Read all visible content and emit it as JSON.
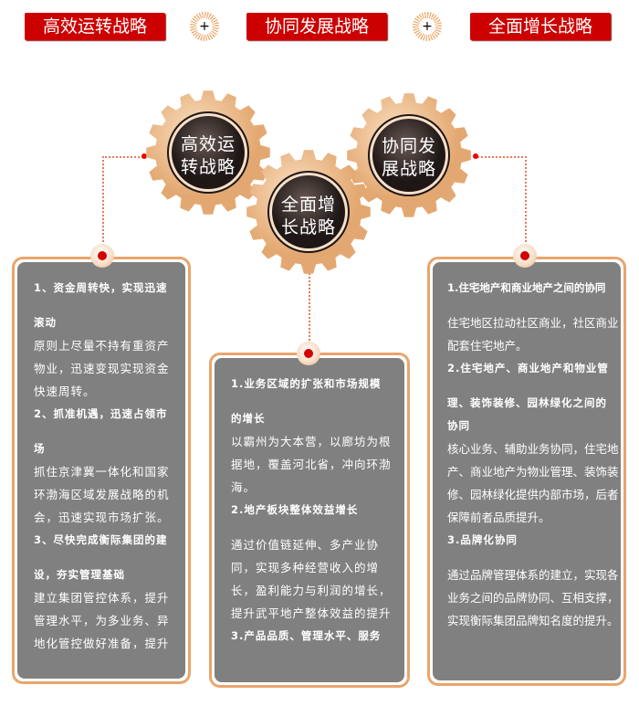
{
  "header": {
    "tags": [
      "高效运转战略",
      "协同发展战略",
      "全面增长战略"
    ],
    "plus": "+"
  },
  "gears": [
    {
      "line1": "高效运",
      "line2": "转战略"
    },
    {
      "line1": "全面增",
      "line2": "长战略"
    },
    {
      "line1": "协同发",
      "line2": "展战略"
    }
  ],
  "colors": {
    "red": "#cc0000",
    "gear": "#efc08f",
    "gear_center": "#2e2422",
    "panel": "#808080",
    "border": "#e9a56b"
  },
  "panels": {
    "left": [
      "1、资金周转快，实现迅速",
      "滚动",
      "原则上尽量不持有重资产",
      "物业，迅速变现实现资金",
      "快速周转。",
      "2、抓准机遇，迅速占领市",
      "场",
      "抓住京津冀一体化和国家",
      "环渤海区域发展战略的机",
      "会，迅速实现市场扩张。",
      "3、尽快完成衡际集团的建",
      "设，夯实管理基础",
      "建立集团管控体系，提升",
      "管理水平，为多业务、异",
      "地化管控做好准备，提升"
    ],
    "middle": [
      "1.业务区域的扩张和市场规模",
      "的增长",
      "以霸州为大本营，以廊坊为根",
      "据地，覆盖河北省，冲向环渤",
      "海。",
      "2.地产板块整体效益增长",
      "通过价值链延伸、多产业协",
      "同，实现多种经营收入的增",
      "长，盈利能力与利润的增长，",
      "提升武平地产整体效益的提升",
      "3.产品品质、管理水平、服务"
    ],
    "right": [
      "1.住宅地产和商业地产之间的协同",
      "住宅地区拉动社区商业，社区商业",
      "配套住宅地产。",
      "2.住宅地产、商业地产和物业管",
      "理、装饰装修、园林绿化之间的",
      "协同",
      "核心业务、辅助业务协同，住宅地",
      "产、商业地产为物业管理、装饰装",
      "修、园林绿化提供内部市场，后者",
      "保障前者品质提升。",
      "3.品牌化协同",
      "通过品牌管理体系的建立，实现各",
      "业务之间的品牌协同、互相支撑，",
      "实现衡际集团品牌知名度的提升。"
    ]
  }
}
